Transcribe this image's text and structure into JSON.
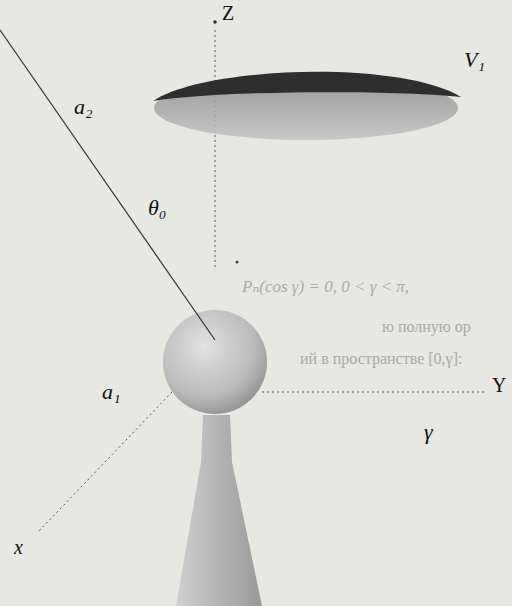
{
  "diagram": {
    "labels": [
      "Z",
      "V₁",
      "a₂",
      "θ₀",
      "a₁",
      "Y",
      "γ",
      "x",
      "Pₙ(cos γ) = 0,    0 < γ < π,",
      "ю полную ор",
      "ий в пространстве [0,γ]:"
    ]
  }
}
